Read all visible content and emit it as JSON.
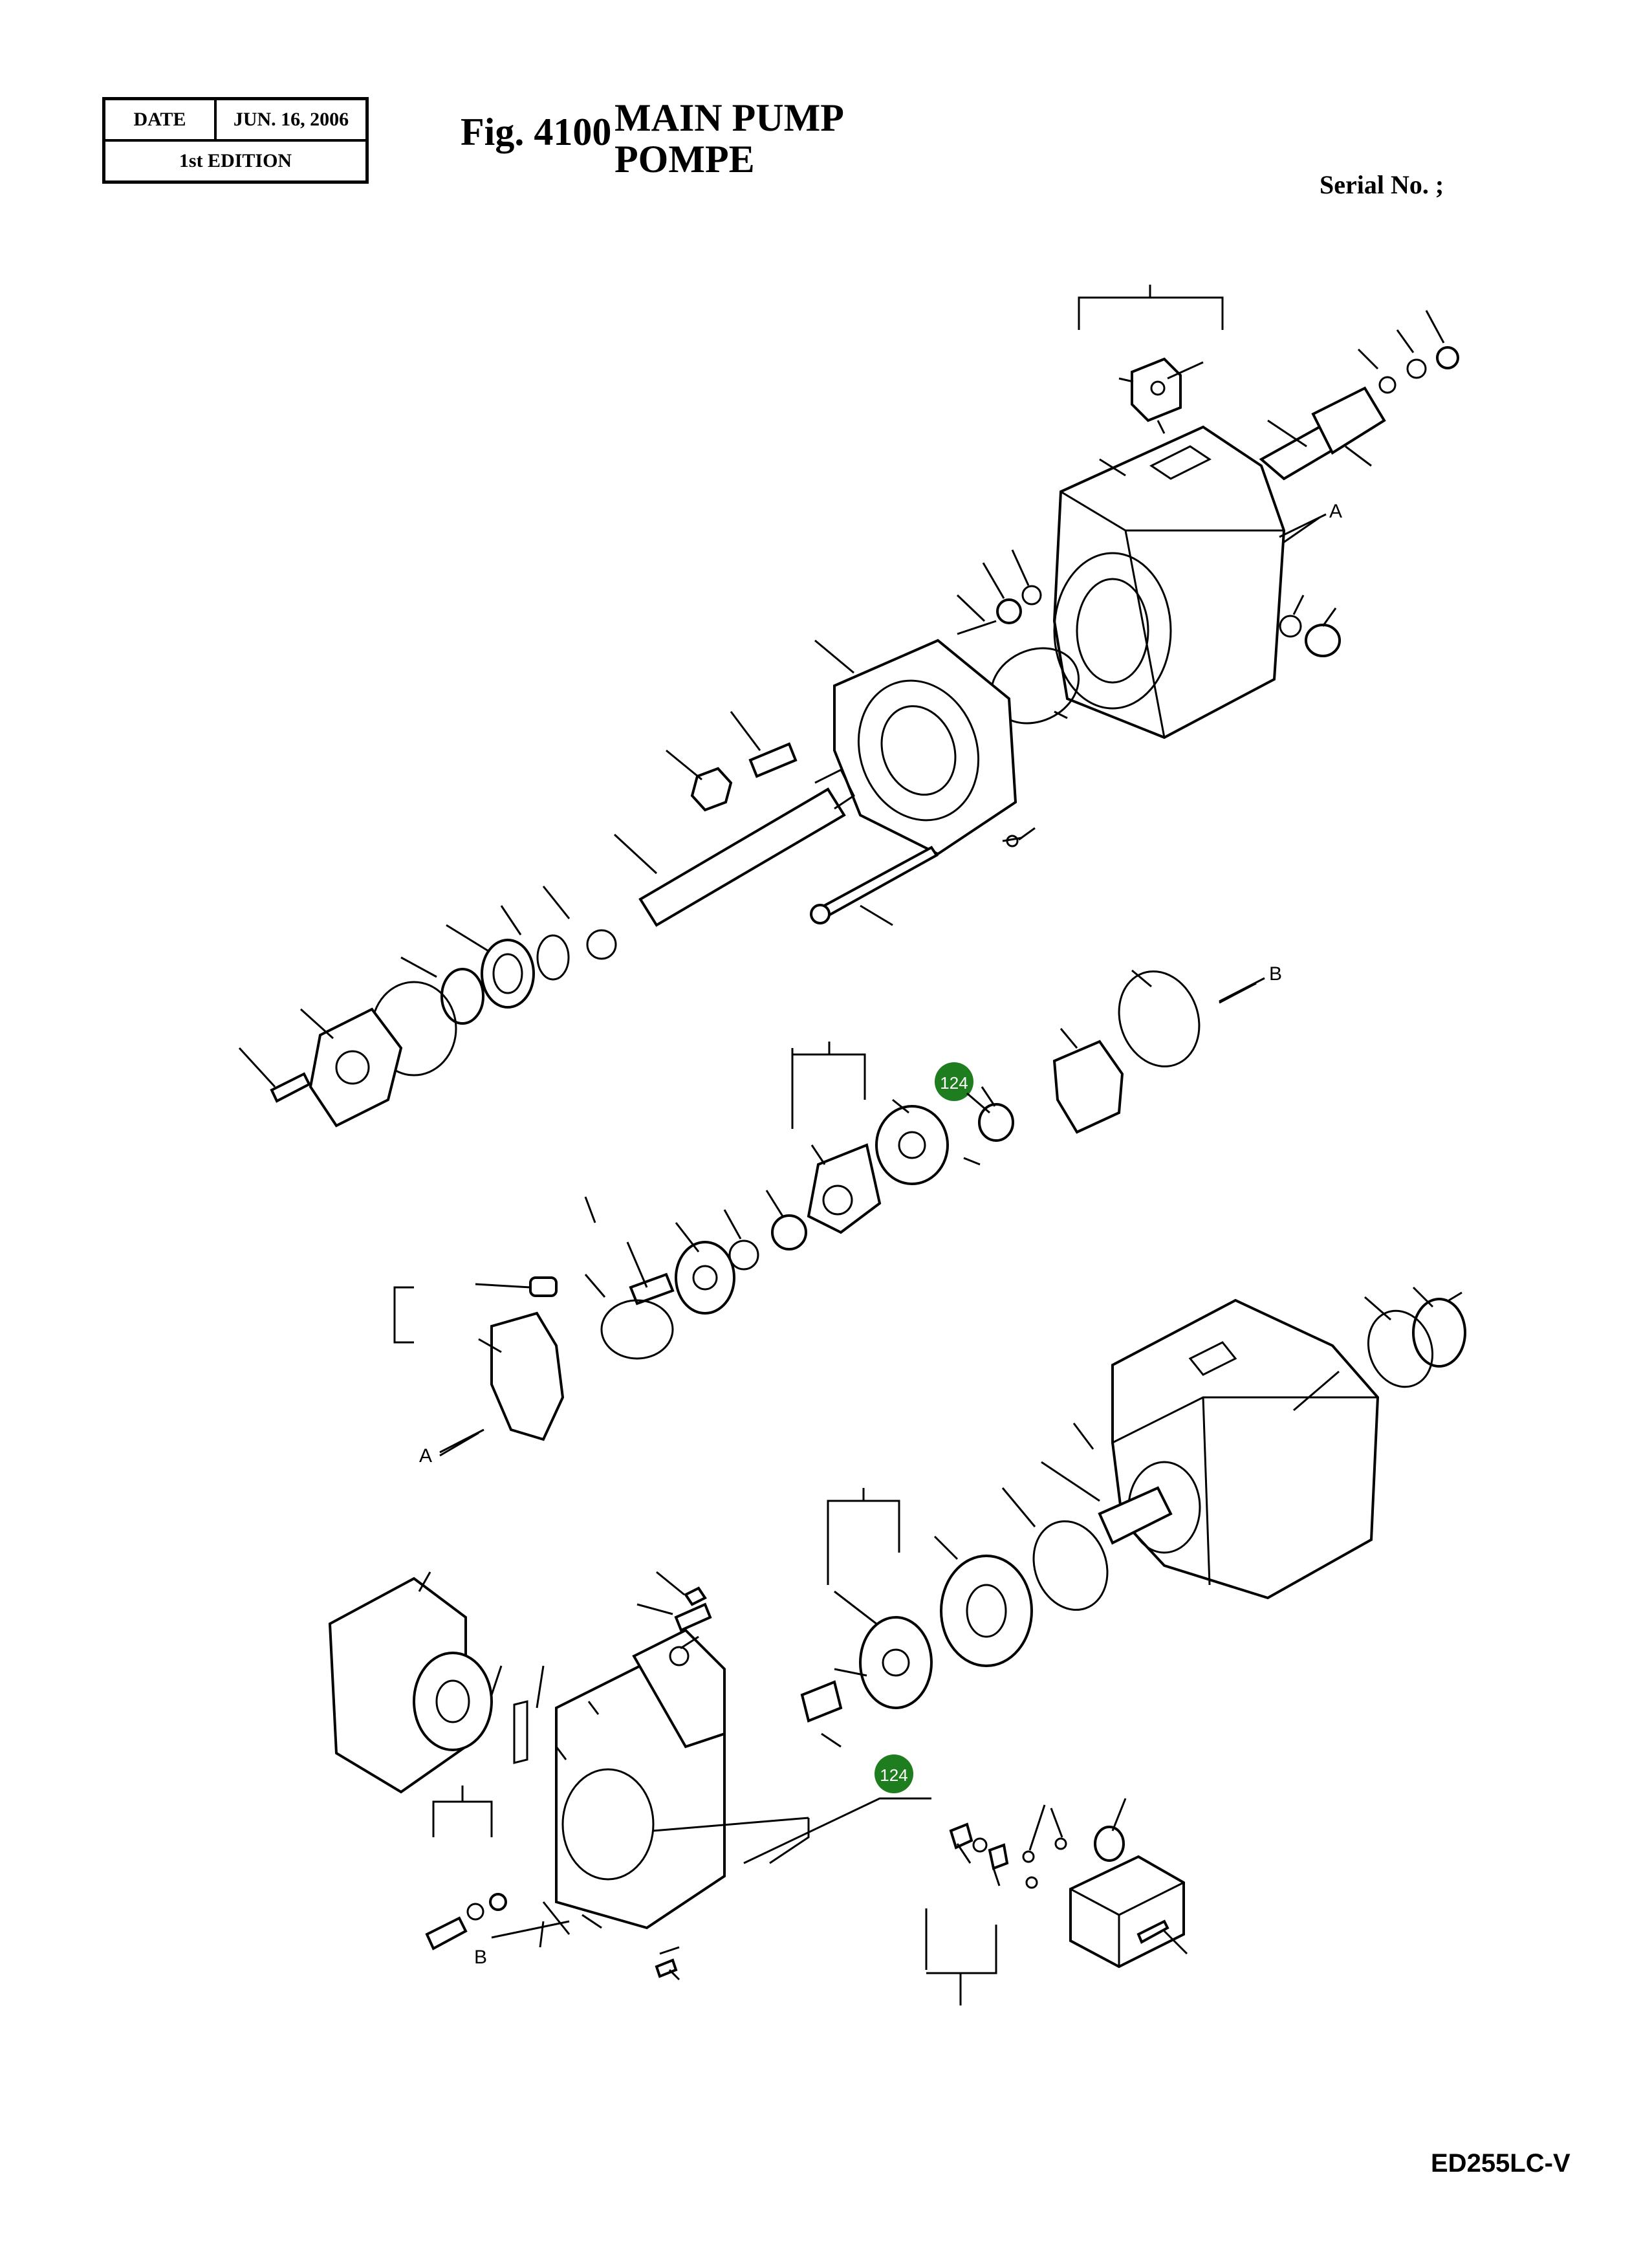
{
  "header": {
    "date_label": "DATE",
    "date_value": "JUN. 16, 2006",
    "edition": "1st EDITION",
    "fig_number": "Fig. 4100",
    "title_en": "MAIN  PUMP",
    "title_fr": "POMPE",
    "serial_label": "Serial No. ;"
  },
  "footer": {
    "model": "ED255LC-V"
  },
  "callouts": {
    "a_top": "A",
    "b_top": "B",
    "a_bottom": "A",
    "b_bottom": "B",
    "badge_1": "124",
    "badge_2": "124"
  },
  "colors": {
    "badge": "#1e7d1e",
    "line": "#000000"
  }
}
